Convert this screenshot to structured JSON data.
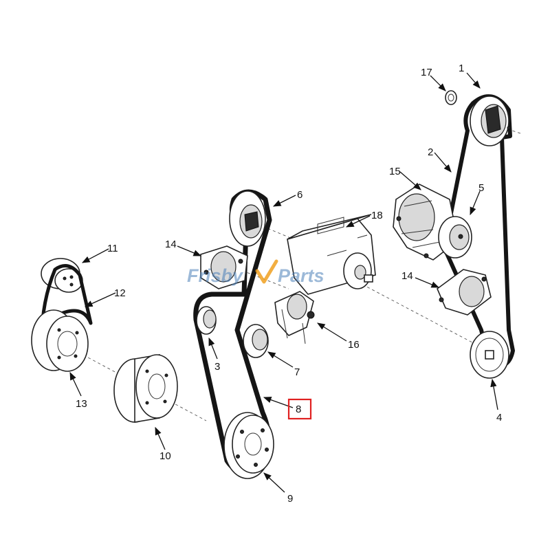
{
  "watermark": {
    "brand_left": "Frisby",
    "brand_right": "Parts",
    "accent_color": "#f0a020",
    "text_color": "#4a7fb8"
  },
  "highlight_color": "#e02020",
  "callouts": [
    {
      "id": "c1",
      "label": "1"
    },
    {
      "id": "c2",
      "label": "2"
    },
    {
      "id": "c3",
      "label": "3"
    },
    {
      "id": "c4",
      "label": "4"
    },
    {
      "id": "c5",
      "label": "5"
    },
    {
      "id": "c6",
      "label": "6"
    },
    {
      "id": "c7",
      "label": "7"
    },
    {
      "id": "c8",
      "label": "8",
      "highlighted": true
    },
    {
      "id": "c9",
      "label": "9"
    },
    {
      "id": "c10",
      "label": "10"
    },
    {
      "id": "c11",
      "label": "11"
    },
    {
      "id": "c12",
      "label": "12"
    },
    {
      "id": "c13",
      "label": "13"
    },
    {
      "id": "c14a",
      "label": "14"
    },
    {
      "id": "c14b",
      "label": "14"
    },
    {
      "id": "c15",
      "label": "15"
    },
    {
      "id": "c16",
      "label": "16"
    },
    {
      "id": "c17",
      "label": "17"
    },
    {
      "id": "c18",
      "label": "18"
    }
  ]
}
